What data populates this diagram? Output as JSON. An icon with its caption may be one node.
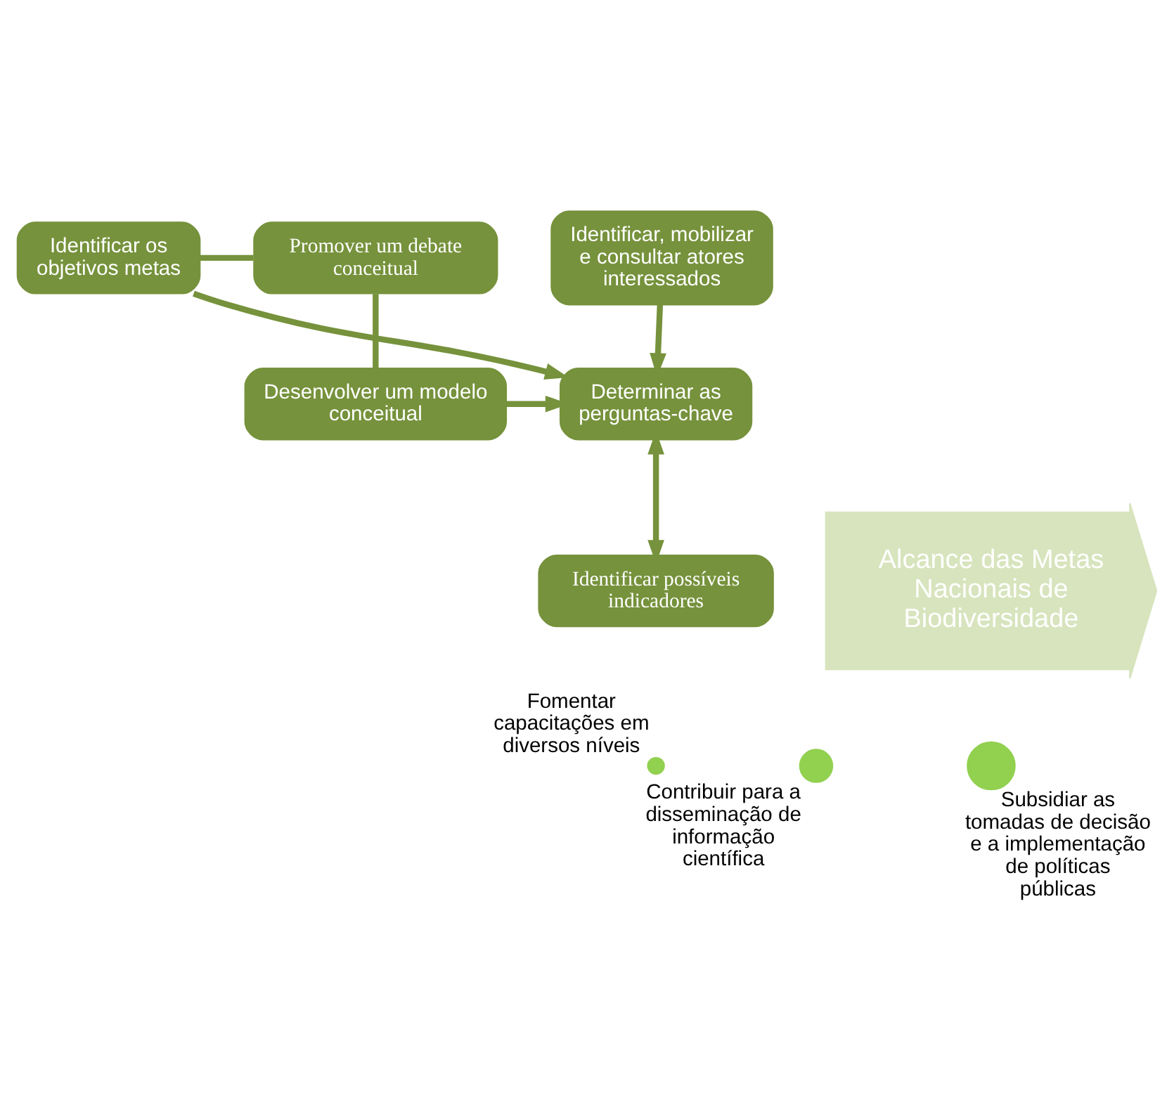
{
  "diagram": {
    "nodes": [
      {
        "text": [
          "Identificar, mobilizar e consultar atores interessados"
        ]
      },
      {
        "text": [
          "Identificar os objetivos metas"
        ]
      },
      {
        "text": [
          "Promover um debate conceitual"
        ]
      },
      {
        "text": [
          "Determinar as perguntas-chave"
        ]
      },
      {
        "text": [
          "Desenvolver um modelo conceitual"
        ]
      },
      {
        "text": [
          "Identificar possíveis indicadores"
        ]
      },
      {
        "text": [
          "Alcance das Metas Nacionais de Biodiversidade"
        ]
      },
      {
        "text": [],
        "shape": "circle",
        "beside": [
          "Fomentar capacitações em diversos níveis"
        ]
      },
      {
        "text": [],
        "shape": "circle",
        "beside": [
          "Contribuir para a disseminação de informação científica"
        ]
      },
      {
        "text": [],
        "shape": "circle",
        "beside": [
          "Subsidiar as tomadas de decisão e a implementação de políticas públicas"
        ]
      }
    ],
    "edges": [
      {
        "from": 0,
        "to": 3,
        "arrow": "to"
      },
      {
        "from": 1,
        "to": 3,
        "arrow": "to"
      },
      {
        "from": 1,
        "to": 2,
        "arrow": "none"
      },
      {
        "from": 2,
        "to": 4,
        "arrow": "none"
      },
      {
        "from": 4,
        "to": 3,
        "arrow": "to"
      },
      {
        "from": 3,
        "to": 5,
        "arrow": "both"
      }
    ]
  }
}
